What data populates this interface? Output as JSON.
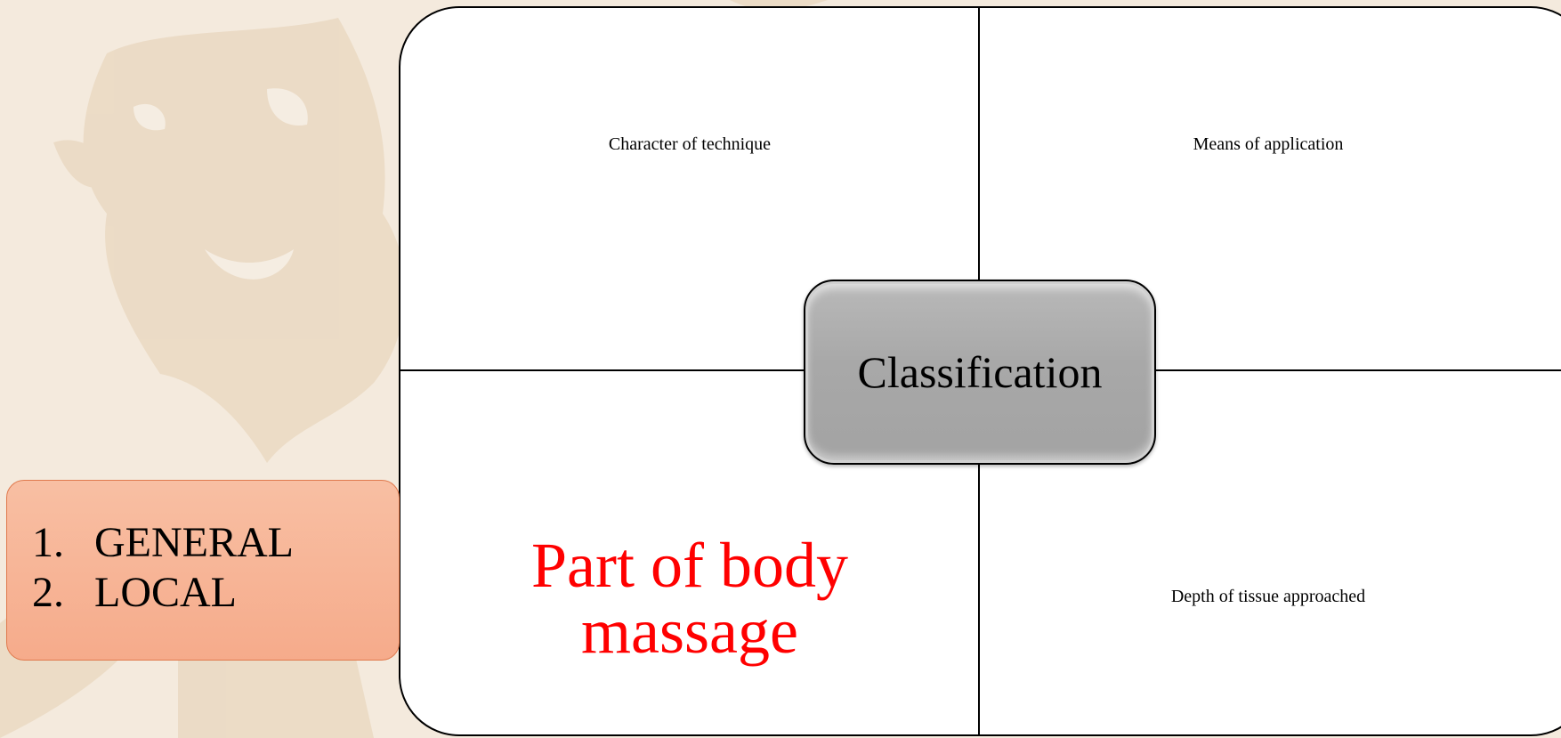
{
  "center": {
    "label": "Classification"
  },
  "quadrants": {
    "top_left": "Character of technique",
    "top_right": "Means of application",
    "bottom_left": {
      "line1": "Part of body",
      "line2": "massage"
    },
    "bottom_right": "Depth of tissue approached"
  },
  "side_list": {
    "items": [
      {
        "number": "1.",
        "label": "GENERAL"
      },
      {
        "number": "2.",
        "label": "LOCAL"
      }
    ]
  },
  "colors": {
    "highlight_text": "#ff0000",
    "side_box_fill": "#f6ab8b",
    "center_fill": "#a8a8a8",
    "background": "#f3e9dc"
  }
}
